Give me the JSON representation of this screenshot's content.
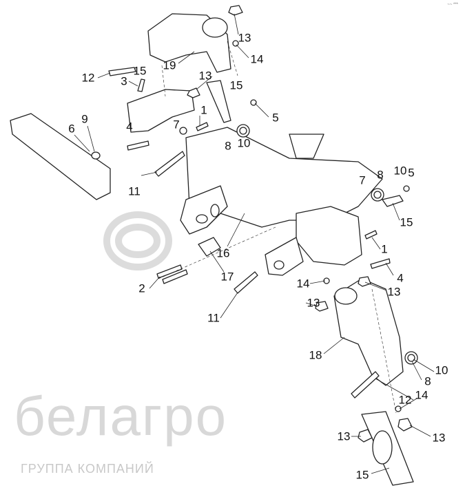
{
  "corner_code": "~~ ***",
  "watermark": {
    "brand": "белагро",
    "subtitle": "ГРУППА КОМПАНИЙ"
  },
  "callouts": [
    {
      "id": "c1",
      "label": "13"
    },
    {
      "id": "c2",
      "label": "14"
    },
    {
      "id": "c3",
      "label": "19"
    },
    {
      "id": "c4",
      "label": "12"
    },
    {
      "id": "c5",
      "label": "15"
    },
    {
      "id": "c6",
      "label": "3"
    },
    {
      "id": "c7",
      "label": "13"
    },
    {
      "id": "c8",
      "label": "15"
    },
    {
      "id": "c9",
      "label": "1"
    },
    {
      "id": "c10",
      "label": "7"
    },
    {
      "id": "c11",
      "label": "5"
    },
    {
      "id": "c12",
      "label": "9"
    },
    {
      "id": "c13",
      "label": "6"
    },
    {
      "id": "c14",
      "label": "4"
    },
    {
      "id": "c15",
      "label": "8"
    },
    {
      "id": "c16",
      "label": "10"
    },
    {
      "id": "c17",
      "label": "11"
    },
    {
      "id": "c18",
      "label": "10"
    },
    {
      "id": "c19",
      "label": "8"
    },
    {
      "id": "c20",
      "label": "7"
    },
    {
      "id": "c21",
      "label": "5"
    },
    {
      "id": "c22",
      "label": "15"
    },
    {
      "id": "c23",
      "label": "1"
    },
    {
      "id": "c24",
      "label": "16"
    },
    {
      "id": "c25",
      "label": "4"
    },
    {
      "id": "c26",
      "label": "2"
    },
    {
      "id": "c27",
      "label": "17"
    },
    {
      "id": "c28",
      "label": "14"
    },
    {
      "id": "c29",
      "label": "13"
    },
    {
      "id": "c30",
      "label": "13"
    },
    {
      "id": "c31",
      "label": "11"
    },
    {
      "id": "c32",
      "label": "18"
    },
    {
      "id": "c33",
      "label": "10"
    },
    {
      "id": "c34",
      "label": "8"
    },
    {
      "id": "c35",
      "label": "12"
    },
    {
      "id": "c36",
      "label": "14"
    },
    {
      "id": "c37",
      "label": "13"
    },
    {
      "id": "c38",
      "label": "13"
    },
    {
      "id": "c39",
      "label": "15"
    }
  ]
}
